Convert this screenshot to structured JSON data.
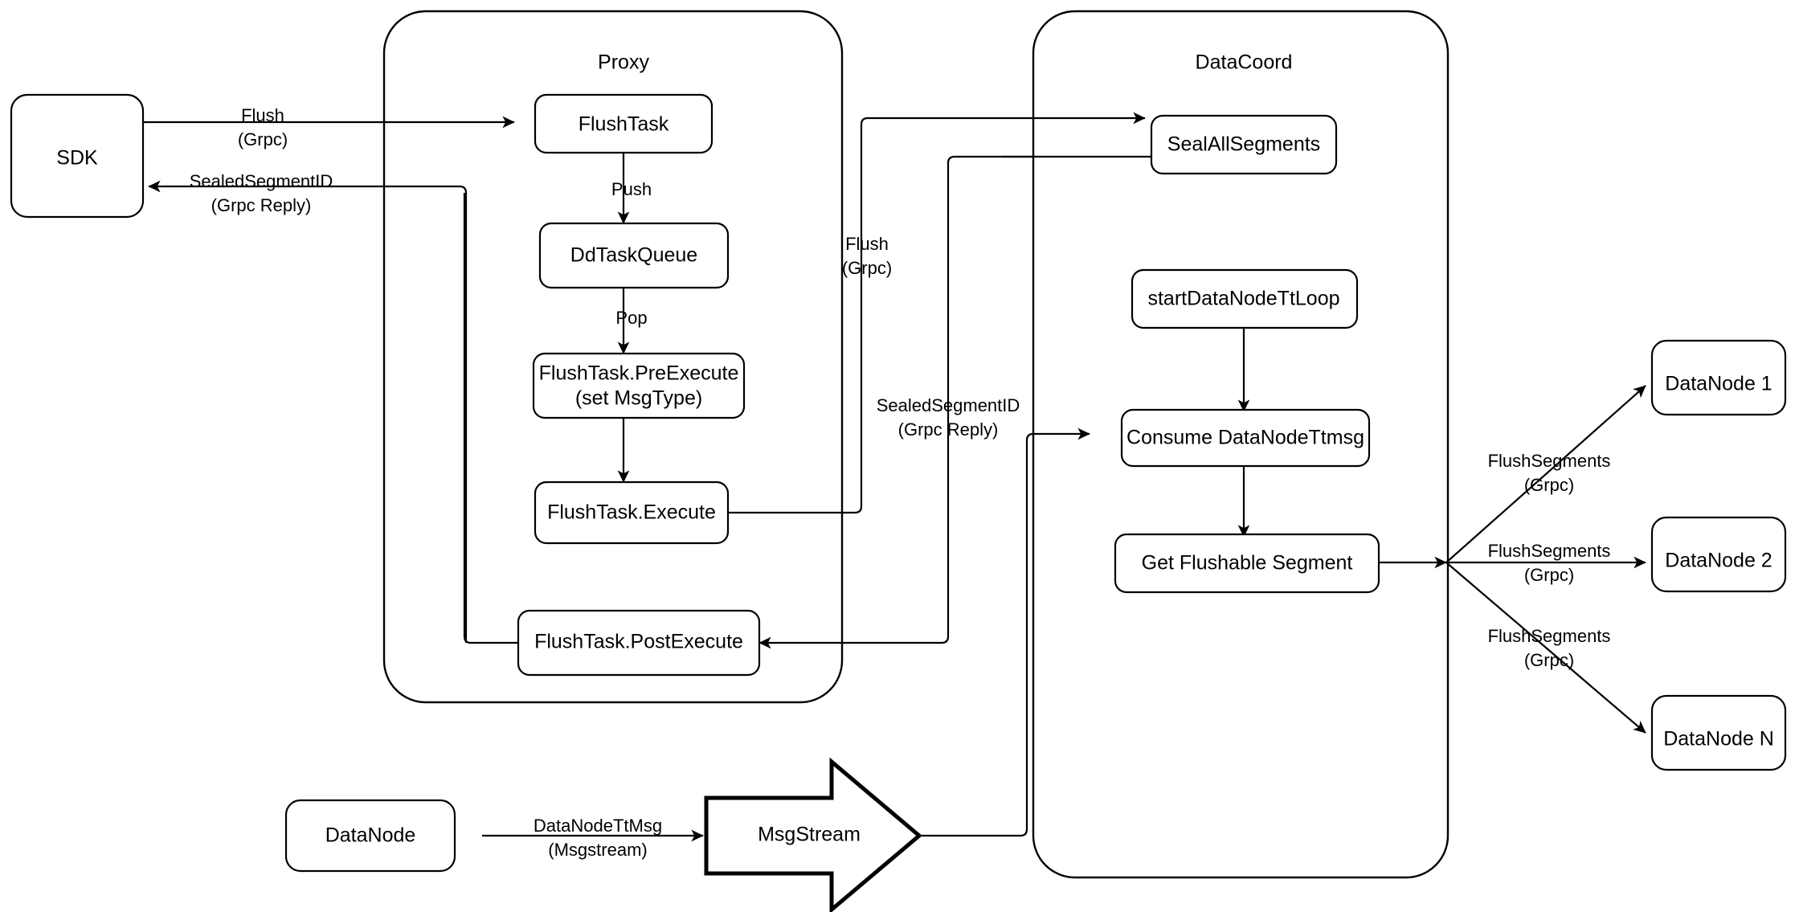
{
  "diagram": {
    "title": "Milvus Flush Flow",
    "background": "#ffffff",
    "stroke": "#000000",
    "fill": "#ffffff"
  },
  "containers": [
    {
      "id": "proxy",
      "label": "Proxy"
    },
    {
      "id": "datacoord",
      "label": "DataCoord"
    }
  ],
  "nodes": {
    "sdk": "SDK",
    "flush_task": "FlushTask",
    "dd_task_queue": "DdTaskQueue",
    "pre_execute_line1": "FlushTask.PreExecute",
    "pre_execute_line2": "(set MsgType)",
    "execute": "FlushTask.Execute",
    "post_execute": "FlushTask.PostExecute",
    "seal_all_segments": "SealAllSegments",
    "start_datanode_ttloop": "startDataNodeTtLoop",
    "consume_datanode_ttmsg": "Consume DataNodeTtmsg",
    "get_flushable_segment": "Get Flushable Segment",
    "datanode_1": "DataNode 1",
    "datanode_2": "DataNode 2",
    "datanode_n": "DataNode N",
    "datanode_bottom": "DataNode",
    "msgstream": "MsgStream"
  },
  "edge_labels": {
    "sdk_to_proxy_l1": "Flush",
    "sdk_to_proxy_l2": "(Grpc)",
    "proxy_to_sdk_l1": "SealedSegmentID",
    "proxy_to_sdk_l2": "(Grpc Reply)",
    "push": "Push",
    "pop": "Pop",
    "proxy_to_coord_l1": "Flush",
    "proxy_to_coord_l2": "(Grpc)",
    "coord_to_proxy_l1": "SealedSegmentID",
    "coord_to_proxy_l2": "(Grpc Reply)",
    "flush_segments_1_l1": "FlushSegments",
    "flush_segments_1_l2": "(Grpc)",
    "flush_segments_2_l1": "FlushSegments",
    "flush_segments_2_l2": "(Grpc)",
    "flush_segments_n_l1": "FlushSegments",
    "flush_segments_n_l2": "(Grpc)",
    "datanode_ttmsg_l1": "DataNodeTtMsg",
    "datanode_ttmsg_l2": "(Msgstream)"
  }
}
